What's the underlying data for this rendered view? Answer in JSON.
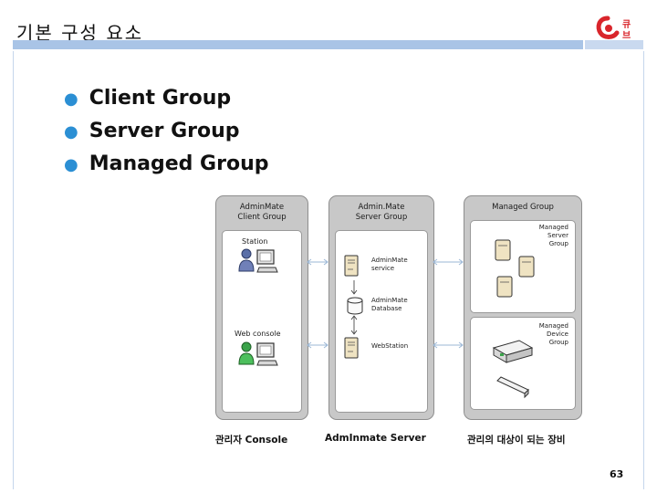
{
  "title": "기본 구성 요소",
  "bullets": [
    "Client Group",
    "Server Group",
    "Managed Group"
  ],
  "diagram": {
    "client_panel": {
      "title_line1": "AdminMate",
      "title_line2": "Client Group",
      "station_label": "Station",
      "web_console_label": "Web console"
    },
    "server_panel": {
      "title_line1": "Admin.Mate",
      "title_line2": "Server Group",
      "service_line1": "AdminMate",
      "service_line2": "service",
      "database_line1": "AdminMate",
      "database_line2": "Database",
      "webstation_label": "WebStation"
    },
    "managed_panel": {
      "title": "Managed Group",
      "server_group_line1": "Managed",
      "server_group_line2": "Server",
      "server_group_line3": "Group",
      "device_group_line1": "Managed",
      "device_group_line2": "Device",
      "device_group_line3": "Group"
    }
  },
  "captions": {
    "client": "관리자 Console",
    "server": "AdmInmate Server",
    "managed": "관리의 대상이 되는 장비"
  },
  "page_number": "63",
  "colors": {
    "bullet": "#2b8fd4",
    "title_bar": "#a9c4e6",
    "logo_red": "#d9252b"
  }
}
